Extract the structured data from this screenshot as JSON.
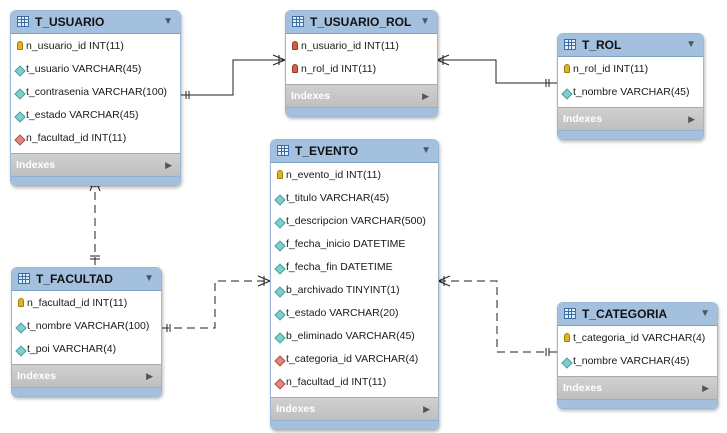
{
  "tables": {
    "t_usuario": {
      "name": "T_USUARIO",
      "columns": [
        {
          "text": "n_usuario_id INT(11)",
          "icon": "primary-key-icon"
        },
        {
          "text": "t_usuario VARCHAR(45)",
          "icon": "attribute-icon"
        },
        {
          "text": "t_contrasenia VARCHAR(100)",
          "icon": "attribute-icon"
        },
        {
          "text": "t_estado VARCHAR(45)",
          "icon": "attribute-icon"
        },
        {
          "text": "n_facultad_id INT(11)",
          "icon": "foreign-key-icon"
        }
      ],
      "footer": "Indexes"
    },
    "t_usuario_rol": {
      "name": "T_USUARIO_ROL",
      "columns": [
        {
          "text": "n_usuario_id INT(11)",
          "icon": "primary-foreign-key-icon"
        },
        {
          "text": "n_rol_id INT(11)",
          "icon": "primary-foreign-key-icon"
        }
      ],
      "footer": "Indexes"
    },
    "t_rol": {
      "name": "T_ROL",
      "columns": [
        {
          "text": "n_rol_id INT(11)",
          "icon": "primary-key-icon"
        },
        {
          "text": "t_nombre VARCHAR(45)",
          "icon": "attribute-icon"
        }
      ],
      "footer": "Indexes"
    },
    "t_evento": {
      "name": "T_EVENTO",
      "columns": [
        {
          "text": "n_evento_id INT(11)",
          "icon": "primary-key-icon"
        },
        {
          "text": "t_titulo VARCHAR(45)",
          "icon": "attribute-icon"
        },
        {
          "text": "t_descripcion VARCHAR(500)",
          "icon": "attribute-icon"
        },
        {
          "text": "f_fecha_inicio DATETIME",
          "icon": "attribute-icon"
        },
        {
          "text": "f_fecha_fin DATETIME",
          "icon": "attribute-icon"
        },
        {
          "text": "b_archivado TINYINT(1)",
          "icon": "attribute-icon"
        },
        {
          "text": "t_estado VARCHAR(20)",
          "icon": "attribute-icon"
        },
        {
          "text": "b_eliminado VARCHAR(45)",
          "icon": "attribute-icon"
        },
        {
          "text": "t_categoria_id VARCHAR(4)",
          "icon": "foreign-key-icon"
        },
        {
          "text": "n_facultad_id INT(11)",
          "icon": "foreign-key-icon"
        }
      ],
      "footer": "Indexes"
    },
    "t_facultad": {
      "name": "T_FACULTAD",
      "columns": [
        {
          "text": "n_facultad_id INT(11)",
          "icon": "primary-key-icon"
        },
        {
          "text": "t_nombre VARCHAR(100)",
          "icon": "attribute-icon"
        },
        {
          "text": "t_poi VARCHAR(4)",
          "icon": "attribute-icon"
        }
      ],
      "footer": "Indexes"
    },
    "t_categoria": {
      "name": "T_CATEGORIA",
      "columns": [
        {
          "text": "t_categoria_id VARCHAR(4)",
          "icon": "primary-key-icon"
        },
        {
          "text": "t_nombre VARCHAR(45)",
          "icon": "attribute-icon"
        }
      ],
      "footer": "Indexes"
    }
  },
  "relationships": [
    {
      "from": "T_USUARIO",
      "to": "T_USUARIO_ROL",
      "style": "identifying"
    },
    {
      "from": "T_ROL",
      "to": "T_USUARIO_ROL",
      "style": "identifying"
    },
    {
      "from": "T_FACULTAD",
      "to": "T_USUARIO",
      "style": "non-identifying"
    },
    {
      "from": "T_FACULTAD",
      "to": "T_EVENTO",
      "style": "non-identifying"
    },
    {
      "from": "T_CATEGORIA",
      "to": "T_EVENTO",
      "style": "non-identifying"
    }
  ],
  "colors": {
    "header": "#a3c1de",
    "footer": "#c8c8c8",
    "primary_key": "#e0b520",
    "foreign_key": "#e08880",
    "attribute": "#7fd0cc",
    "connector": "#222222"
  }
}
